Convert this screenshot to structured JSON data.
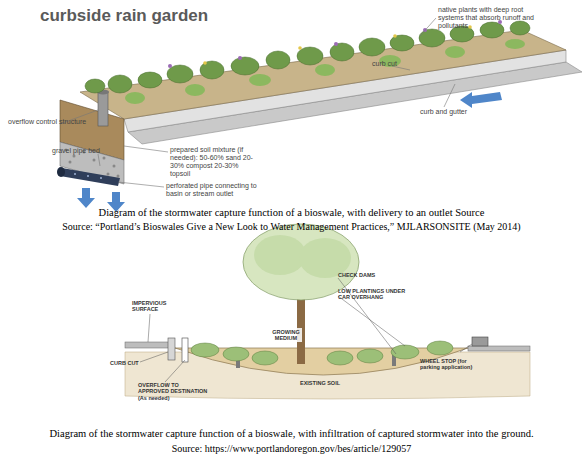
{
  "diagram": {
    "title": "curbside rain garden",
    "labels": [
      "native plants with deep root systems that absorb runoff and pollutants",
      "curb cut",
      "curb and gutter",
      "overflow control structure",
      "gravel pipe bed",
      "prepared soil mixture (if needed): 50-60% sand 20-30% compost 20-30% topsoil",
      "perforated pipe connecting to basin or stream outlet",
      "Diagram of the stormwater capture function of a bioswale, with delivery to an outlet Source",
      "Source: “Portland’s Bioswales Give a New Look to Water Management Practices,” MJLARSONSITE (May 2014)",
      "IMPERVIOUS SURFACE",
      "CURB CUT",
      "OVERFLOW TO APPROVED DESTINATION (As needed)",
      "CHECK DAMS",
      "LOW PLANTINGS UNDER CAR OVERHANG",
      "GROWING MEDIUM",
      "EXISTING SOIL",
      "WHEEL STOP (for parking application)",
      "Diagram of the stormwater capture function of a bioswale, with infiltration of captured stormwater into the ground.",
      "Source: https://www.portlandoregon.gov/bes/article/129057"
    ]
  }
}
